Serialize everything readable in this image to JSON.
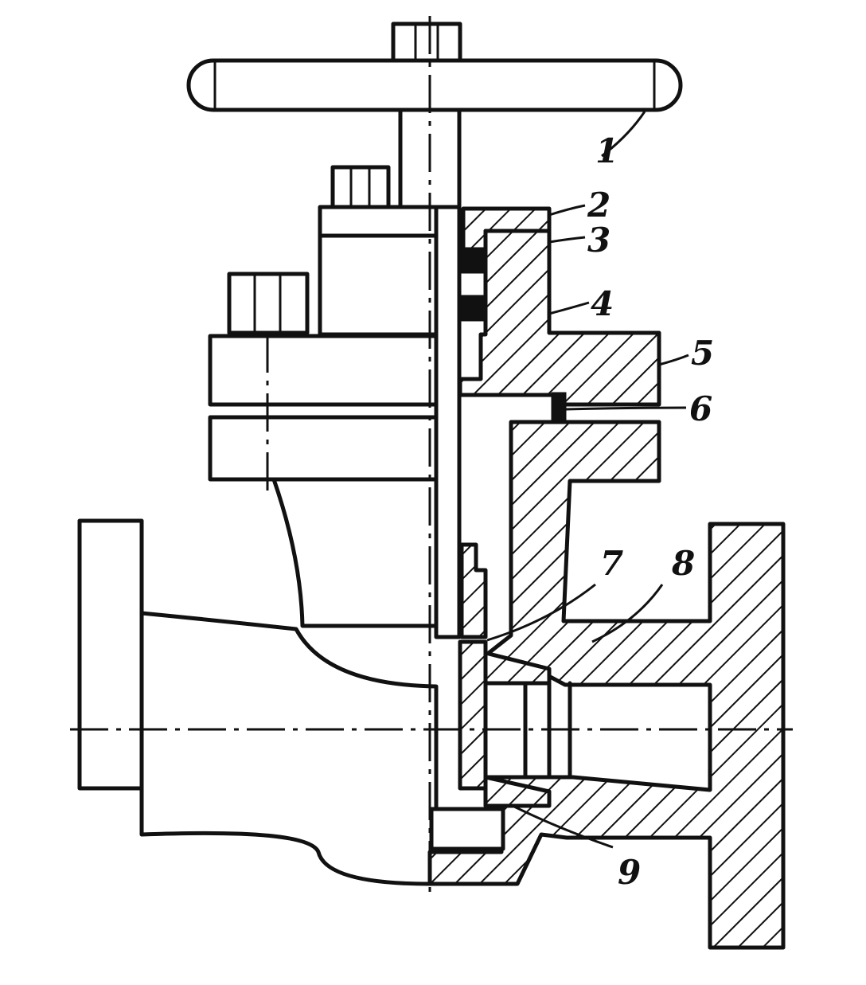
{
  "callouts": [
    {
      "id": "1",
      "label": "1"
    },
    {
      "id": "2",
      "label": "2"
    },
    {
      "id": "3",
      "label": "3"
    },
    {
      "id": "4",
      "label": "4"
    },
    {
      "id": "5",
      "label": "5"
    },
    {
      "id": "6",
      "label": "6"
    },
    {
      "id": "7",
      "label": "7"
    },
    {
      "id": "8",
      "label": "8"
    },
    {
      "id": "9",
      "label": "9"
    }
  ],
  "style": {
    "ink_color": "#111111",
    "background_color": "#ffffff"
  }
}
